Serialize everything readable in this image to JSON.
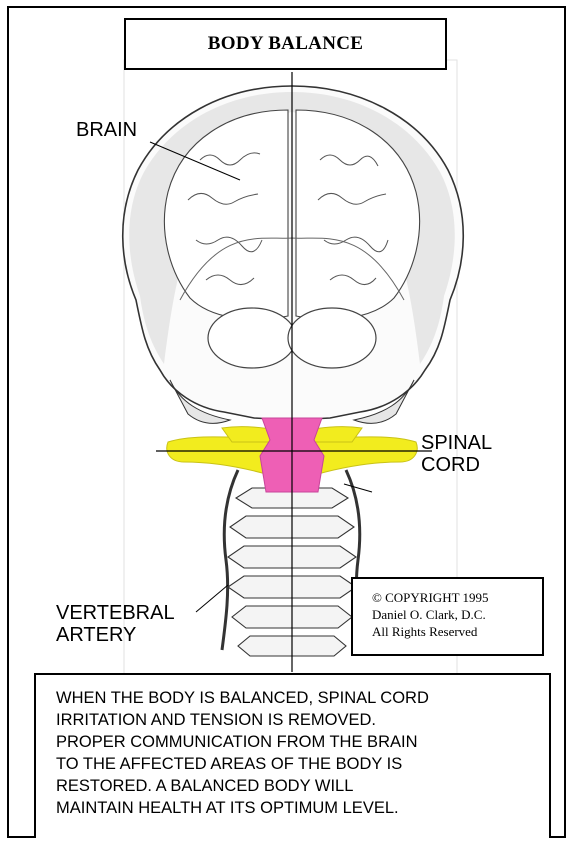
{
  "title": "BODY BALANCE",
  "labels": {
    "brain": "BRAIN",
    "spinal_cord": [
      "SPINAL",
      "CORD"
    ],
    "vertebral_artery": [
      "VERTEBRAL",
      "ARTERY"
    ]
  },
  "copyright": [
    "© COPYRIGHT 1995",
    "Daniel O. Clark, D.C.",
    "All Rights Reserved"
  ],
  "message": [
    "WHEN THE BODY IS BALANCED, SPINAL CORD",
    "IRRITATION AND TENSION IS REMOVED.",
    "PROPER COMMUNICATION FROM THE BRAIN",
    "TO THE AFFECTED AREAS OF THE BODY IS",
    "RESTORED.  A BALANCED BODY WILL",
    "MAINTAIN HEALTH AT ITS OPTIMUM LEVEL."
  ],
  "colors": {
    "atlas_yellow": "#f2ec1e",
    "spinal_cord_pink": "#ee5fb5"
  }
}
